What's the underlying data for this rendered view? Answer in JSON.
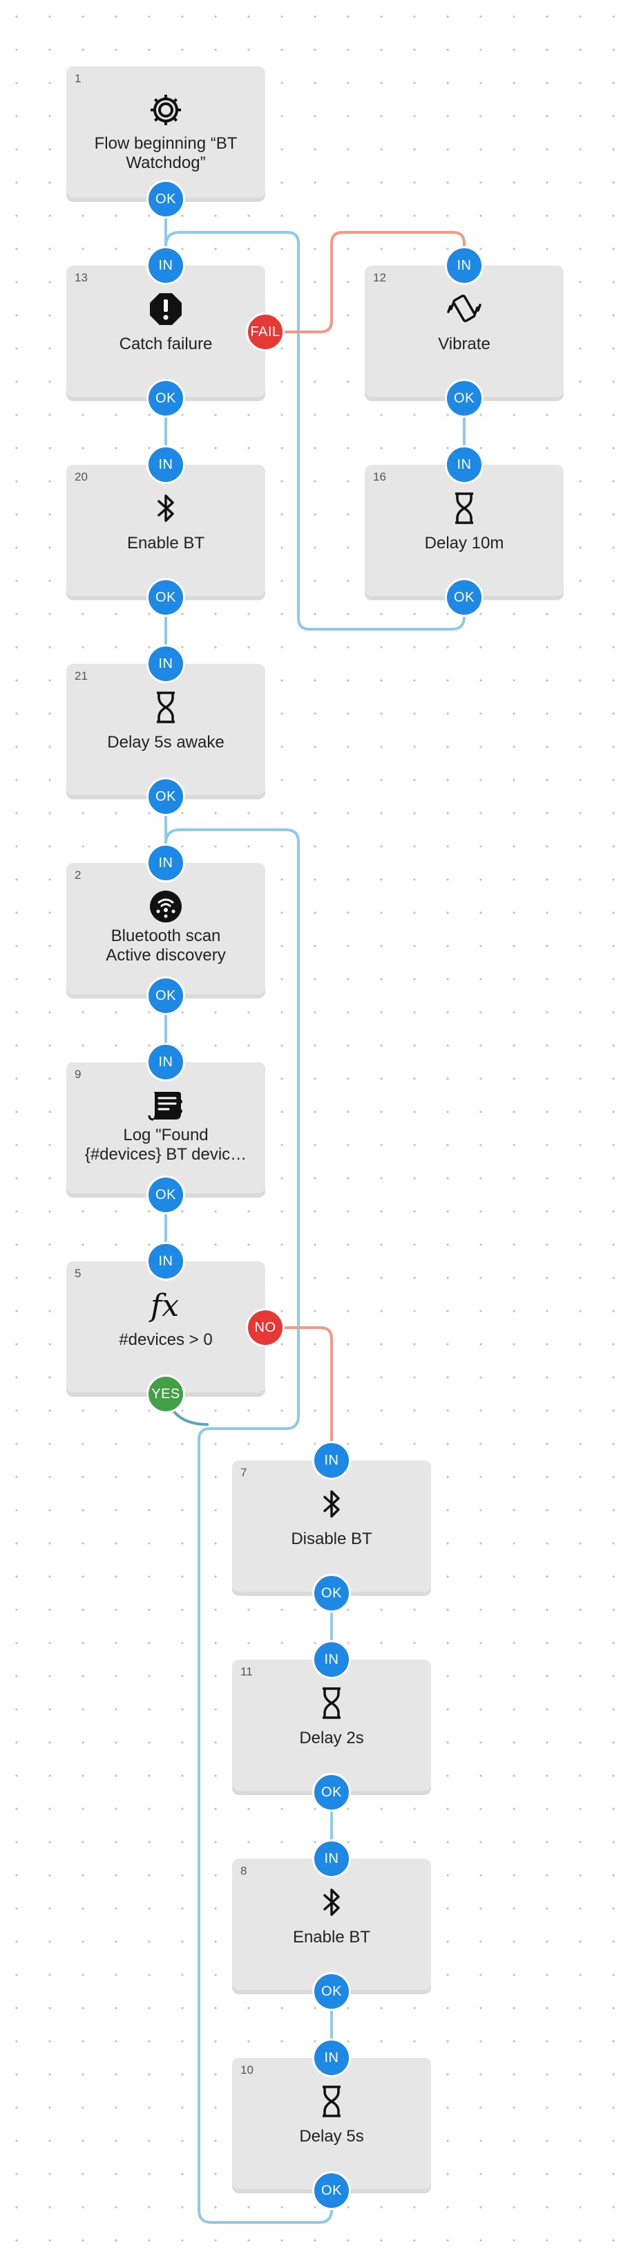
{
  "colors": {
    "port_in_ok": "#1e88e5",
    "port_fail_no": "#e53935",
    "port_yes": "#43a047",
    "wire_ok": "#8ecbe8",
    "wire_fail": "#f29a8a",
    "block_bg": "#e6e6e6"
  },
  "blocks": {
    "b1": {
      "number": "1",
      "icon": "gear-icon",
      "label_lines": [
        "Flow beginning “BT",
        "Watchdog”"
      ],
      "ports": {
        "out": "OK"
      }
    },
    "b13": {
      "number": "13",
      "icon": "exclamation-octagon-icon",
      "label_lines": [
        "Catch failure"
      ],
      "ports": {
        "in": "IN",
        "out": "OK",
        "fail": "FAIL"
      }
    },
    "b12": {
      "number": "12",
      "icon": "vibrate-phone-icon",
      "label_lines": [
        "Vibrate"
      ],
      "ports": {
        "in": "IN",
        "out": "OK"
      }
    },
    "b20": {
      "number": "20",
      "icon": "bluetooth-icon",
      "label_lines": [
        "Enable BT"
      ],
      "ports": {
        "in": "IN",
        "out": "OK"
      }
    },
    "b16": {
      "number": "16",
      "icon": "hourglass-icon",
      "label_lines": [
        "Delay 10m"
      ],
      "ports": {
        "in": "IN",
        "out": "OK"
      }
    },
    "b21": {
      "number": "21",
      "icon": "hourglass-icon",
      "label_lines": [
        "Delay 5s awake"
      ],
      "ports": {
        "in": "IN",
        "out": "OK"
      }
    },
    "b2": {
      "number": "2",
      "icon": "bluetooth-scan-icon",
      "label_lines": [
        "Bluetooth scan",
        "Active discovery"
      ],
      "ports": {
        "in": "IN",
        "out": "OK"
      }
    },
    "b9": {
      "number": "9",
      "icon": "log-scroll-icon",
      "label_lines": [
        "Log \"Found",
        "{#devices} BT devic…"
      ],
      "ports": {
        "in": "IN",
        "out": "OK"
      }
    },
    "b5": {
      "number": "5",
      "icon": "function-fx-icon",
      "label_lines": [
        "#devices > 0"
      ],
      "ports": {
        "in": "IN",
        "yes": "YES",
        "no": "NO"
      }
    },
    "b7": {
      "number": "7",
      "icon": "bluetooth-icon",
      "label_lines": [
        "Disable BT"
      ],
      "ports": {
        "in": "IN",
        "out": "OK"
      }
    },
    "b11": {
      "number": "11",
      "icon": "hourglass-icon",
      "label_lines": [
        "Delay 2s"
      ],
      "ports": {
        "in": "IN",
        "out": "OK"
      }
    },
    "b8": {
      "number": "8",
      "icon": "bluetooth-icon",
      "label_lines": [
        "Enable BT"
      ],
      "ports": {
        "in": "IN",
        "out": "OK"
      }
    },
    "b10": {
      "number": "10",
      "icon": "hourglass-icon",
      "label_lines": [
        "Delay 5s"
      ],
      "ports": {
        "in": "IN",
        "out": "OK"
      }
    }
  }
}
